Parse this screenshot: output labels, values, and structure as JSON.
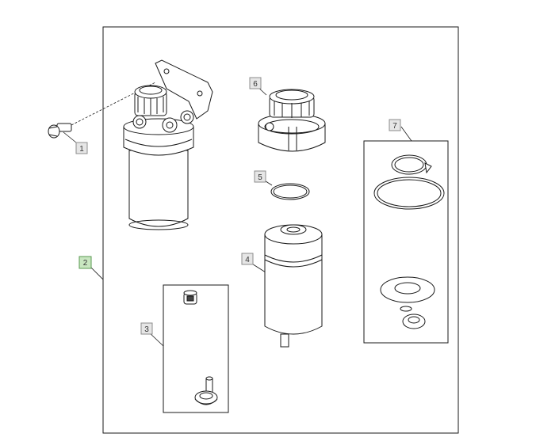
{
  "diagram": {
    "callouts": {
      "c1": "1",
      "c2": "2",
      "c3": "3",
      "c4": "4",
      "c5": "5",
      "c6": "6",
      "c7": "7"
    }
  },
  "colors": {
    "line": "#1a1a1a",
    "callout_fill": "#e6e6e6",
    "callout_border": "#8c8c8c",
    "callout_highlight_fill": "#c8e6c0",
    "callout_highlight_border": "#5a9a50"
  }
}
